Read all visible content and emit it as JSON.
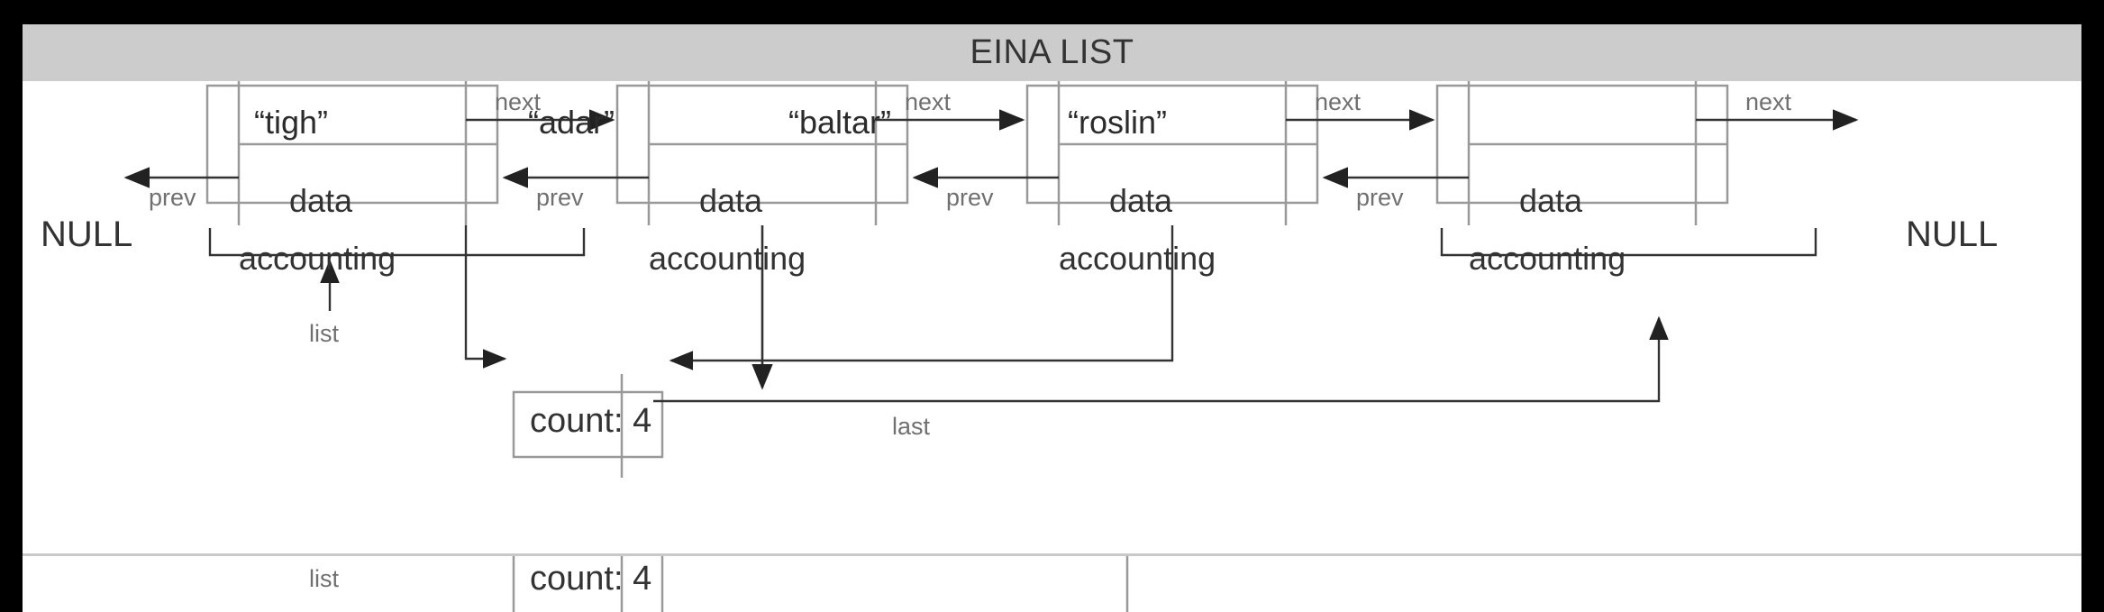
{
  "window": {
    "title": "EINA LIST",
    "titlebar_color": "#cccccc",
    "background_color": "#ffffff",
    "frame_color": "#000000"
  },
  "diagram": {
    "type": "doubly-linked-list",
    "terminator_left": "NULL",
    "terminator_right": "NULL",
    "cell_labels": {
      "data": "data",
      "accounting": "accounting"
    },
    "pointer_labels": {
      "next": "next",
      "prev": "prev",
      "list": "list",
      "last": "last"
    },
    "nodes": [
      {
        "name": "“tigh”",
        "data": "data",
        "accounting": "accounting",
        "next": "next",
        "prev": "prev"
      },
      {
        "name": "“adar”",
        "data": "data",
        "accounting": "accounting",
        "next": "next",
        "prev": "prev"
      },
      {
        "name": "“baltar”",
        "data": "data",
        "accounting": "accounting",
        "next": "next",
        "prev": "prev"
      },
      {
        "name": "“roslin”",
        "data": "data",
        "accounting": "accounting",
        "next": "next",
        "prev": "prev"
      }
    ],
    "accounting_box": {
      "text": "count: 4",
      "count": 4,
      "incoming_from": [
        "“tigh”",
        "“adar”",
        "“baltar”"
      ],
      "head_pointer_label": "list",
      "tail_pointer_label": "last"
    },
    "colors": {
      "box_stroke": "#999999",
      "arrow_stroke": "#333333",
      "label_text": "#707070",
      "body_text": "#333333"
    }
  },
  "bottom_sliver": {
    "list_label": "list",
    "count_label": "count: 4"
  }
}
